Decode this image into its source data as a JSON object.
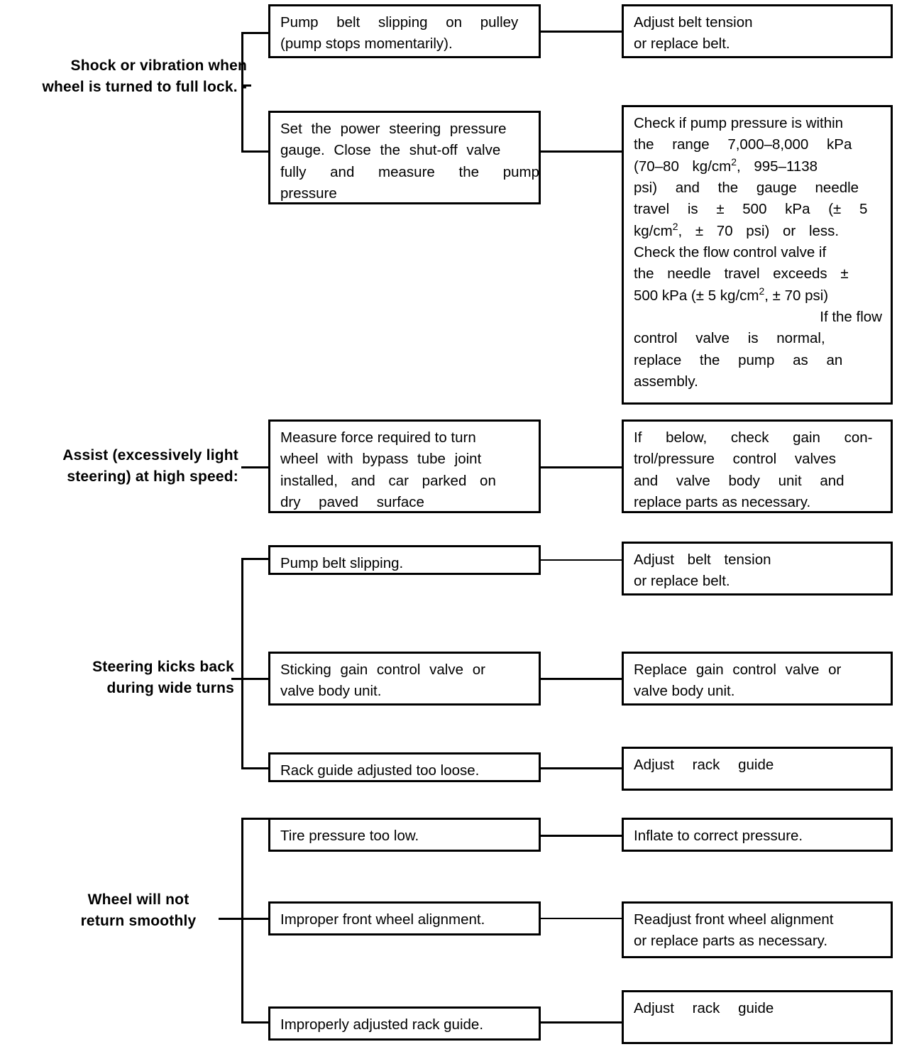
{
  "document": {
    "type": "troubleshooting-flowchart",
    "title": "Power Steering Troubleshooting Chart"
  },
  "sections": [
    {
      "id": "shock-vibration",
      "symptom": {
        "line1": "Shock or vibration when",
        "line2": "wheel is turned to full lock. -"
      },
      "rows": [
        {
          "cause": {
            "lines": [
              "Pump belt slipping on pulley",
              "(pump stops momentarily)."
            ]
          },
          "remedy": {
            "lines": [
              "Adjust belt tension",
              "or replace belt."
            ]
          }
        },
        {
          "cause": {
            "lines": [
              "Set the power steering pressure",
              "gauge. Close the shut-off valve",
              "fully and measure the pump",
              "pressure"
            ]
          },
          "remedy": {
            "lines": [
              "Check if pump pressure is within",
              "the range 7,000–8,000 kPa",
              "(70–80 kg/cm2, 995–1138",
              "psi) and the gauge needle",
              "travel is ± 500 kPa (± 5",
              "kg/cm2, ± 70 psi) or less.",
              "Check the flow control valve if",
              "the needle travel exceeds ±",
              "500 kPa (± 5 kg/cm2, ± 70 psi)",
              "If the flow",
              "control valve is normal,",
              "replace the pump as an",
              "assembly."
            ]
          }
        }
      ]
    },
    {
      "id": "assist-high-speed",
      "symptom": {
        "line1": "Assist (excessively light",
        "line2": "steering) at high speed:"
      },
      "rows": [
        {
          "cause": {
            "lines": [
              "Measure force required to turn",
              "wheel with bypass tube joint",
              "installed, and car parked on",
              "dry paved surface"
            ]
          },
          "remedy": {
            "lines": [
              "If below, check gain con-",
              "trol/pressure control valves",
              "and valve body unit and",
              "replace parts as necessary."
            ]
          }
        }
      ]
    },
    {
      "id": "steering-kicks-back",
      "symptom": {
        "line1": "Steering kicks back",
        "line2": "during wide turns"
      },
      "rows": [
        {
          "cause": {
            "lines": [
              "Pump belt slipping."
            ]
          },
          "remedy": {
            "lines": [
              "Adjust belt tension",
              "or replace belt."
            ]
          }
        },
        {
          "cause": {
            "lines": [
              "Sticking gain control valve or",
              "valve body unit."
            ]
          },
          "remedy": {
            "lines": [
              "Replace gain control valve or",
              "valve body unit."
            ]
          }
        },
        {
          "cause": {
            "lines": [
              "Rack guide adjusted too loose."
            ]
          },
          "remedy": {
            "lines": [
              "Adjust rack guide"
            ]
          }
        }
      ]
    },
    {
      "id": "wheel-will-not-return",
      "symptom": {
        "line1": "Wheel will not",
        "line2": "return smoothly"
      },
      "rows": [
        {
          "cause": {
            "lines": [
              "Tire pressure too low."
            ]
          },
          "remedy": {
            "lines": [
              "Inflate to correct pressure."
            ]
          }
        },
        {
          "cause": {
            "lines": [
              "Improper front wheel alignment."
            ]
          },
          "remedy": {
            "lines": [
              "Readjust front wheel alignment",
              "or replace parts as necessary."
            ]
          }
        },
        {
          "cause": {
            "lines": [
              "Improperly adjusted rack guide."
            ]
          },
          "remedy": {
            "lines": [
              "Adjust rack guide"
            ]
          }
        }
      ]
    }
  ],
  "colors": {
    "ink": "#000000",
    "paper": "#ffffff"
  }
}
